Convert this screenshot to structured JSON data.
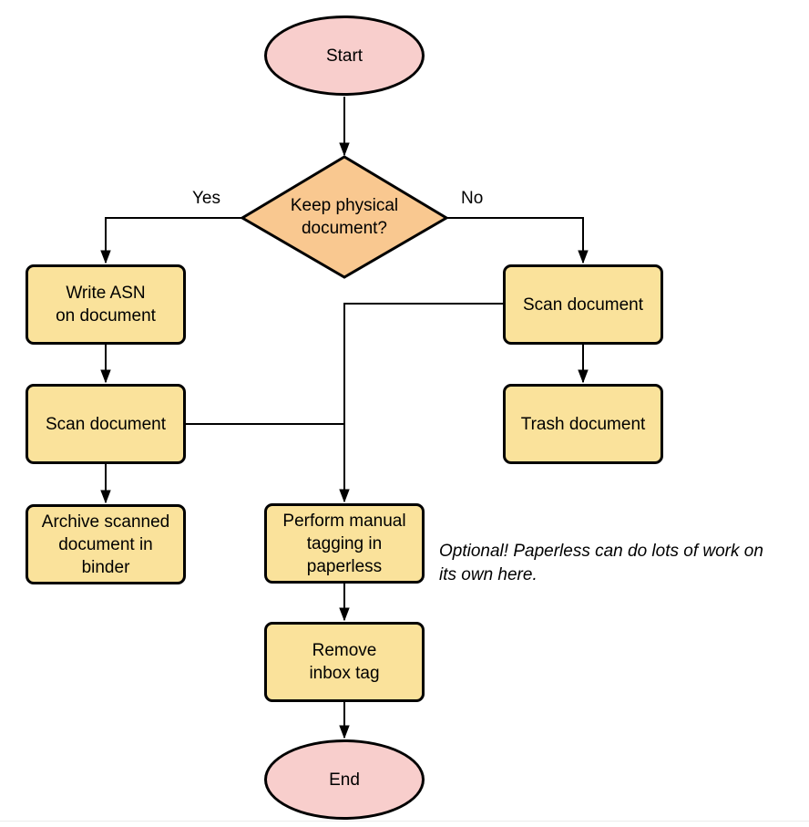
{
  "diagram": {
    "title_hint": "Document scanning workflow flowchart",
    "colors": {
      "background": "#ffffff",
      "terminal_fill": "#f8cecc",
      "process_fill": "#fae29b",
      "decision_fill": "#f9c890",
      "stroke": "#000000",
      "text": "#000000"
    },
    "nodes": {
      "start": {
        "type": "terminal",
        "label": "Start"
      },
      "decision": {
        "type": "decision",
        "label": "Keep physical\ndocument?"
      },
      "write_asn": {
        "type": "process",
        "label": "Write ASN\non document"
      },
      "scan_left": {
        "type": "process",
        "label": "Scan document"
      },
      "archive": {
        "type": "process",
        "label": "Archive scanned\ndocument in\nbinder"
      },
      "scan_right": {
        "type": "process",
        "label": "Scan document"
      },
      "trash": {
        "type": "process",
        "label": "Trash document"
      },
      "tagging": {
        "type": "process",
        "label": "Perform manual\ntagging in\npaperless"
      },
      "remove_inbox": {
        "type": "process",
        "label": "Remove\ninbox tag"
      },
      "end": {
        "type": "terminal",
        "label": "End"
      }
    },
    "edge_labels": {
      "yes": "Yes",
      "no": "No"
    },
    "note": "Optional! Paperless can do lots of work on\nits own here."
  }
}
